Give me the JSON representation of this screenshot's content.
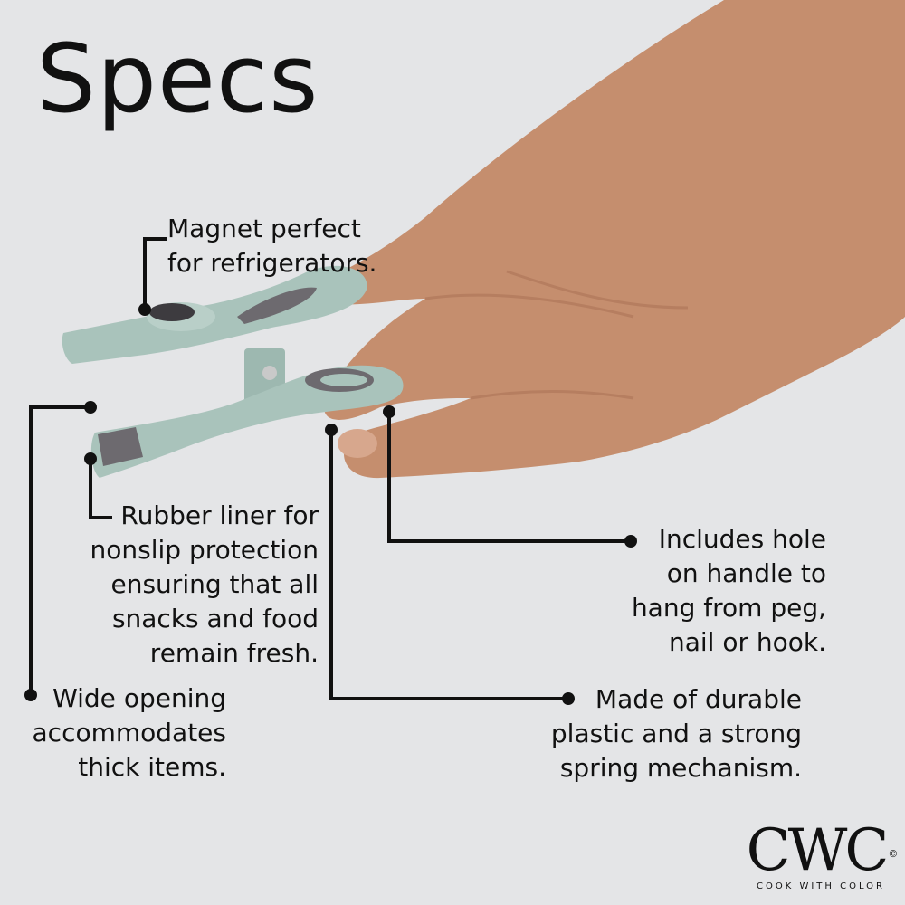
{
  "title": "Specs",
  "callouts": {
    "magnet": "Magnet perfect\nfor refrigerators.",
    "rubber": "Rubber liner for\nnonslip protection\nensuring that all\nsnacks and food\nremain fresh.",
    "wide": "Wide opening\naccommodates\nthick items.",
    "hole": "Includes hole\non handle to\nhang from peg,\nnail or hook.",
    "plastic": "Made of durable\nplastic and a strong\nspring mechanism."
  },
  "logo": {
    "mark": "CWC",
    "copyright": "©",
    "tagline": "COOK WITH COLOR"
  },
  "colors": {
    "background": "#e4e5e7",
    "clip": "#a9c3bb",
    "rubber": "#6d6a6f",
    "skin": "#c58e6e",
    "text": "#111111"
  }
}
